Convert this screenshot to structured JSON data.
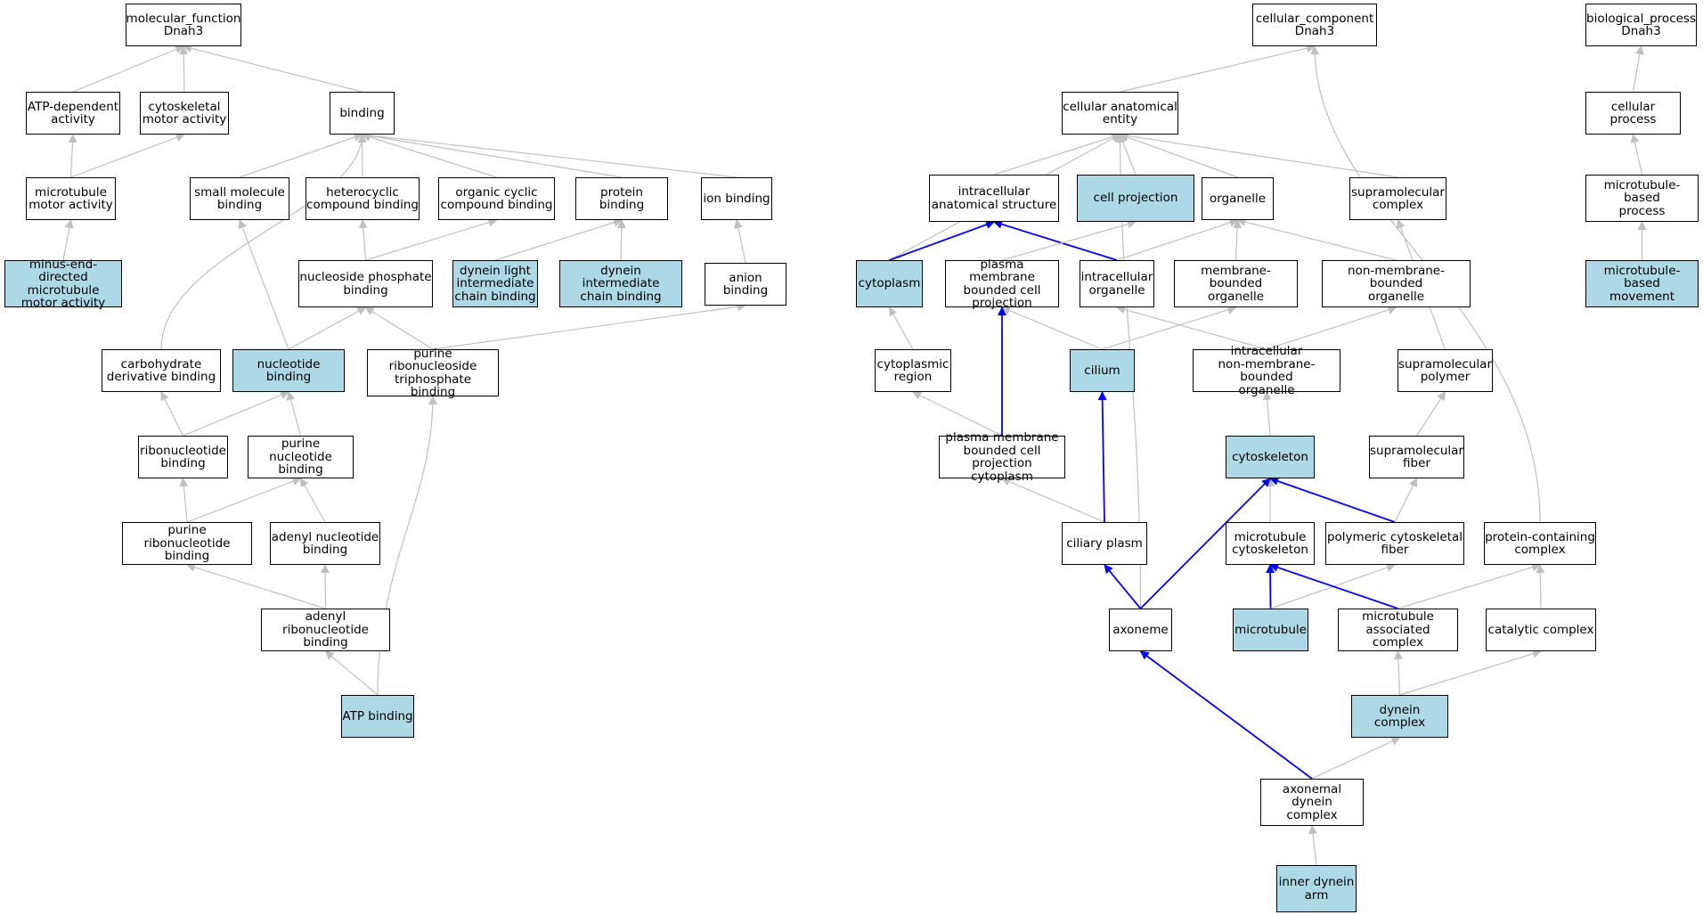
{
  "colors": {
    "highlight": "#add8e6",
    "gray_edge": "#c0c0c0",
    "blue_edge": "#0000ff",
    "border": "#000000"
  },
  "nodes": {
    "mf_root": {
      "label": "molecular_function\nDnah3",
      "hl": false
    },
    "atp_dep": {
      "label": "ATP-dependent\nactivity",
      "hl": false
    },
    "cyto_motor": {
      "label": "cytoskeletal\nmotor activity",
      "hl": false
    },
    "binding": {
      "label": "binding",
      "hl": false
    },
    "mt_motor": {
      "label": "microtubule\nmotor activity",
      "hl": false
    },
    "minus_end": {
      "label": "minus-end-directed\nmicrotubule\nmotor activity",
      "hl": true
    },
    "small_mol": {
      "label": "small molecule\nbinding",
      "hl": false
    },
    "heterocyclic": {
      "label": "heterocyclic\ncompound binding",
      "hl": false
    },
    "org_cyclic": {
      "label": "organic cyclic\ncompound binding",
      "hl": false
    },
    "protein_b": {
      "label": "protein binding",
      "hl": false
    },
    "ion_b": {
      "label": "ion binding",
      "hl": false
    },
    "nucleoside_p": {
      "label": "nucleoside phosphate\nbinding",
      "hl": false
    },
    "dlic": {
      "label": "dynein light\nintermediate\nchain binding",
      "hl": true
    },
    "dic": {
      "label": "dynein intermediate\nchain binding",
      "hl": true
    },
    "anion_b": {
      "label": "anion binding",
      "hl": false
    },
    "carb": {
      "label": "carbohydrate\nderivative binding",
      "hl": false
    },
    "nucleotide": {
      "label": "nucleotide binding",
      "hl": true
    },
    "prntp": {
      "label": "purine ribonucleoside\ntriphosphate\nbinding",
      "hl": false
    },
    "ribonuc": {
      "label": "ribonucleotide\nbinding",
      "hl": false
    },
    "purine_nuc": {
      "label": "purine nucleotide\nbinding",
      "hl": false
    },
    "purine_ribo": {
      "label": "purine ribonucleotide\nbinding",
      "hl": false
    },
    "adenyl_nuc": {
      "label": "adenyl nucleotide\nbinding",
      "hl": false
    },
    "adenyl_ribo": {
      "label": "adenyl ribonucleotide\nbinding",
      "hl": false
    },
    "atp_b": {
      "label": "ATP binding",
      "hl": true
    },
    "cc_root": {
      "label": "cellular_component\nDnah3",
      "hl": false
    },
    "cae": {
      "label": "cellular anatomical\nentity",
      "hl": false
    },
    "ias": {
      "label": "intracellular\nanatomical structure",
      "hl": false
    },
    "cell_proj": {
      "label": "cell projection",
      "hl": true
    },
    "organelle": {
      "label": "organelle",
      "hl": false
    },
    "supra_cx": {
      "label": "supramolecular\ncomplex",
      "hl": false
    },
    "cytoplasm": {
      "label": "cytoplasm",
      "hl": true
    },
    "pmbcp": {
      "label": "plasma membrane\nbounded cell\nprojection",
      "hl": false
    },
    "ic_org": {
      "label": "intracellular\norganelle",
      "hl": false
    },
    "mb_org": {
      "label": "membrane-bounded\norganelle",
      "hl": false
    },
    "nmb_org": {
      "label": "non-membrane-bounded\norganelle",
      "hl": false
    },
    "cyto_region": {
      "label": "cytoplasmic\nregion",
      "hl": false
    },
    "cilium": {
      "label": "cilium",
      "hl": true
    },
    "ic_nmb_org": {
      "label": "intracellular\nnon-membrane-bounded\norganelle",
      "hl": false
    },
    "supra_poly": {
      "label": "supramolecular\npolymer",
      "hl": false
    },
    "pmbcpc": {
      "label": "plasma membrane\nbounded cell\nprojection cytoplasm",
      "hl": false
    },
    "cytoskeleton": {
      "label": "cytoskeleton",
      "hl": true
    },
    "supra_fiber": {
      "label": "supramolecular\nfiber",
      "hl": false
    },
    "ciliary_plasm": {
      "label": "ciliary plasm",
      "hl": false
    },
    "mt_cytosk": {
      "label": "microtubule\ncytoskeleton",
      "hl": false
    },
    "poly_fiber": {
      "label": "polymeric cytoskeletal\nfiber",
      "hl": false
    },
    "prot_cx": {
      "label": "protein-containing\ncomplex",
      "hl": false
    },
    "axoneme": {
      "label": "axoneme",
      "hl": false
    },
    "microtubule": {
      "label": "microtubule",
      "hl": true
    },
    "mt_assoc": {
      "label": "microtubule\nassociated complex",
      "hl": false
    },
    "catalytic": {
      "label": "catalytic complex",
      "hl": false
    },
    "dynein_cx": {
      "label": "dynein complex",
      "hl": true
    },
    "ax_dynein": {
      "label": "axonemal dynein\ncomplex",
      "hl": false
    },
    "inner_arm": {
      "label": "inner dynein\narm",
      "hl": true
    },
    "bp_root": {
      "label": "biological_process\nDnah3",
      "hl": false
    },
    "cell_proc": {
      "label": "cellular process",
      "hl": false
    },
    "mt_proc": {
      "label": "microtubule-based\nprocess",
      "hl": false
    },
    "mt_move": {
      "label": "microtubule-based\nmovement",
      "hl": true
    }
  },
  "edges": [
    [
      "atp_dep",
      "mf_root",
      "gray"
    ],
    [
      "cyto_motor",
      "mf_root",
      "gray"
    ],
    [
      "binding",
      "mf_root",
      "gray"
    ],
    [
      "mt_motor",
      "atp_dep",
      "gray"
    ],
    [
      "mt_motor",
      "cyto_motor",
      "gray"
    ],
    [
      "minus_end",
      "mt_motor",
      "gray"
    ],
    [
      "small_mol",
      "binding",
      "gray"
    ],
    [
      "heterocyclic",
      "binding",
      "gray"
    ],
    [
      "org_cyclic",
      "binding",
      "gray"
    ],
    [
      "protein_b",
      "binding",
      "gray"
    ],
    [
      "ion_b",
      "binding",
      "gray"
    ],
    [
      "carb",
      "binding",
      "gray"
    ],
    [
      "nucleoside_p",
      "heterocyclic",
      "gray"
    ],
    [
      "nucleoside_p",
      "org_cyclic",
      "gray"
    ],
    [
      "dlic",
      "protein_b",
      "gray"
    ],
    [
      "dic",
      "protein_b",
      "gray"
    ],
    [
      "anion_b",
      "ion_b",
      "gray"
    ],
    [
      "nucleotide",
      "small_mol",
      "gray"
    ],
    [
      "nucleotide",
      "nucleoside_p",
      "gray"
    ],
    [
      "prntp",
      "nucleoside_p",
      "gray"
    ],
    [
      "prntp",
      "anion_b",
      "gray"
    ],
    [
      "ribonuc",
      "carb",
      "gray"
    ],
    [
      "ribonuc",
      "nucleotide",
      "gray"
    ],
    [
      "purine_nuc",
      "nucleotide",
      "gray"
    ],
    [
      "purine_ribo",
      "ribonuc",
      "gray"
    ],
    [
      "purine_ribo",
      "purine_nuc",
      "gray"
    ],
    [
      "adenyl_nuc",
      "purine_nuc",
      "gray"
    ],
    [
      "adenyl_ribo",
      "purine_ribo",
      "gray"
    ],
    [
      "adenyl_ribo",
      "adenyl_nuc",
      "gray"
    ],
    [
      "atp_b",
      "adenyl_ribo",
      "gray"
    ],
    [
      "atp_b",
      "prntp",
      "gray"
    ],
    [
      "cae",
      "cc_root",
      "gray"
    ],
    [
      "prot_cx",
      "cc_root",
      "gray"
    ],
    [
      "ias",
      "cae",
      "gray"
    ],
    [
      "cell_proj",
      "cae",
      "gray"
    ],
    [
      "organelle",
      "cae",
      "gray"
    ],
    [
      "supra_cx",
      "cae",
      "gray"
    ],
    [
      "cytoplasm",
      "cae",
      "gray"
    ],
    [
      "axoneme",
      "cae",
      "gray"
    ],
    [
      "cytoplasm",
      "ias",
      "blue"
    ],
    [
      "ic_org",
      "ias",
      "blue"
    ],
    [
      "pmbcp",
      "cell_proj",
      "gray"
    ],
    [
      "ic_org",
      "organelle",
      "gray"
    ],
    [
      "mb_org",
      "organelle",
      "gray"
    ],
    [
      "nmb_org",
      "organelle",
      "gray"
    ],
    [
      "supra_poly",
      "supra_cx",
      "gray"
    ],
    [
      "cyto_region",
      "cytoplasm",
      "gray"
    ],
    [
      "cilium",
      "pmbcp",
      "gray"
    ],
    [
      "cilium",
      "mb_org",
      "gray"
    ],
    [
      "ic_nmb_org",
      "ic_org",
      "gray"
    ],
    [
      "ic_nmb_org",
      "nmb_org",
      "gray"
    ],
    [
      "pmbcpc",
      "cyto_region",
      "gray"
    ],
    [
      "pmbcpc",
      "pmbcp",
      "blue"
    ],
    [
      "cytoskeleton",
      "ic_nmb_org",
      "gray"
    ],
    [
      "supra_fiber",
      "supra_poly",
      "gray"
    ],
    [
      "ciliary_plasm",
      "pmbcpc",
      "gray"
    ],
    [
      "ciliary_plasm",
      "cilium",
      "blue"
    ],
    [
      "mt_cytosk",
      "cytoskeleton",
      "gray"
    ],
    [
      "poly_fiber",
      "cytoskeleton",
      "blue"
    ],
    [
      "poly_fiber",
      "supra_fiber",
      "gray"
    ],
    [
      "axoneme",
      "ciliary_plasm",
      "blue"
    ],
    [
      "axoneme",
      "cytoskeleton",
      "blue"
    ],
    [
      "microtubule",
      "mt_cytosk",
      "blue"
    ],
    [
      "microtubule",
      "poly_fiber",
      "gray"
    ],
    [
      "mt_assoc",
      "mt_cytosk",
      "blue"
    ],
    [
      "mt_assoc",
      "prot_cx",
      "gray"
    ],
    [
      "catalytic",
      "prot_cx",
      "gray"
    ],
    [
      "dynein_cx",
      "mt_assoc",
      "gray"
    ],
    [
      "dynein_cx",
      "catalytic",
      "gray"
    ],
    [
      "ax_dynein",
      "axoneme",
      "blue"
    ],
    [
      "ax_dynein",
      "dynein_cx",
      "gray"
    ],
    [
      "inner_arm",
      "ax_dynein",
      "gray"
    ],
    [
      "cell_proc",
      "bp_root",
      "gray"
    ],
    [
      "mt_proc",
      "cell_proc",
      "gray"
    ],
    [
      "mt_move",
      "mt_proc",
      "gray"
    ]
  ]
}
